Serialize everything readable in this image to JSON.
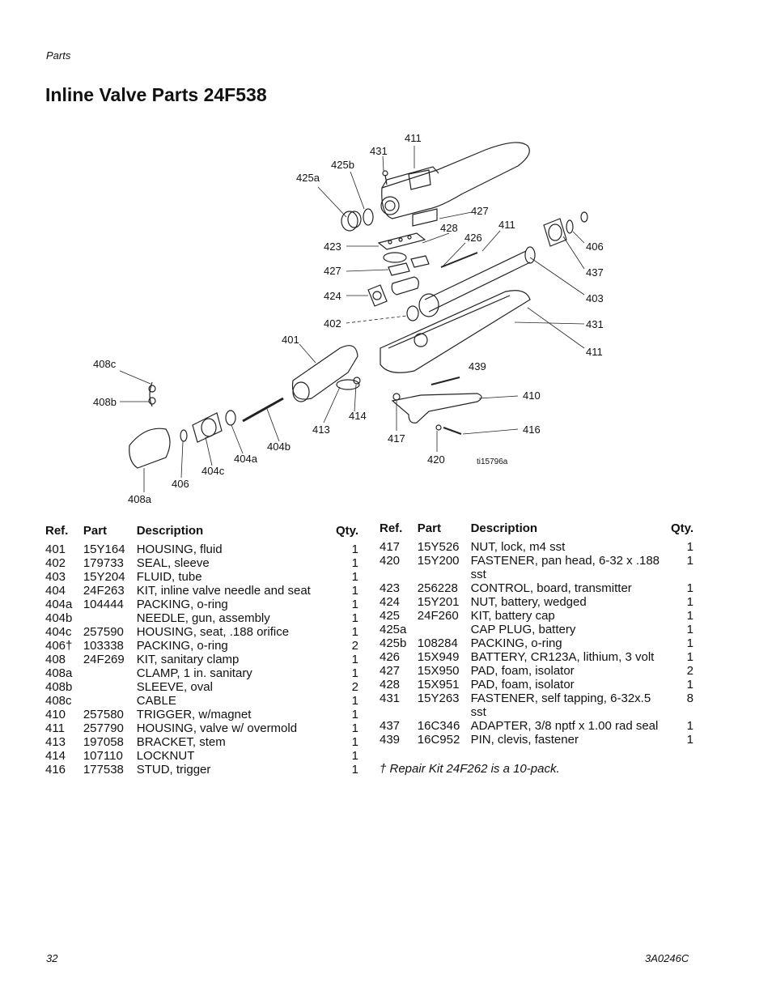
{
  "header": {
    "section": "Parts",
    "title": "Inline Valve Parts 24F538"
  },
  "figure": {
    "id": "ti15796a",
    "callouts": [
      "411",
      "431",
      "425b",
      "425a",
      "427",
      "428",
      "426",
      "411",
      "423",
      "427",
      "424",
      "402",
      "401",
      "406",
      "437",
      "403",
      "431",
      "411",
      "439",
      "410",
      "408c",
      "408b",
      "414",
      "413",
      "404b",
      "404a",
      "404c",
      "406",
      "408a",
      "417",
      "420",
      "416"
    ]
  },
  "columns": {
    "ref": "Ref.",
    "part": "Part",
    "description": "Description",
    "qty": "Qty."
  },
  "left_table": [
    {
      "ref": "401",
      "part": "15Y164",
      "desc": "HOUSING, fluid",
      "qty": "1"
    },
    {
      "ref": "402",
      "part": "179733",
      "desc": "SEAL, sleeve",
      "qty": "1"
    },
    {
      "ref": "403",
      "part": "15Y204",
      "desc": "FLUID, tube",
      "qty": "1"
    },
    {
      "ref": "404",
      "part": "24F263",
      "desc": "KIT, inline valve needle and seat",
      "qty": "1"
    },
    {
      "ref": "404a",
      "part": "104444",
      "desc": "PACKING, o-ring",
      "qty": "1"
    },
    {
      "ref": "404b",
      "part": "",
      "desc": "NEEDLE, gun, assembly",
      "qty": "1"
    },
    {
      "ref": "404c",
      "part": "257590",
      "desc": "HOUSING, seat, .188 orifice",
      "qty": "1"
    },
    {
      "ref": "406†",
      "part": "103338",
      "desc": "PACKING, o-ring",
      "qty": "2"
    },
    {
      "ref": "408",
      "part": "24F269",
      "desc": "KIT, sanitary clamp",
      "qty": "1"
    },
    {
      "ref": "408a",
      "part": "",
      "desc": "CLAMP, 1 in. sanitary",
      "qty": "1"
    },
    {
      "ref": "408b",
      "part": "",
      "desc": "SLEEVE, oval",
      "qty": "2"
    },
    {
      "ref": "408c",
      "part": "",
      "desc": "CABLE",
      "qty": "1"
    },
    {
      "ref": "410",
      "part": "257580",
      "desc": "TRIGGER, w/magnet",
      "qty": "1"
    },
    {
      "ref": "411",
      "part": "257790",
      "desc": "HOUSING, valve w/ overmold",
      "qty": "1"
    },
    {
      "ref": "413",
      "part": "197058",
      "desc": "BRACKET, stem",
      "qty": "1"
    },
    {
      "ref": "414",
      "part": "107110",
      "desc": "LOCKNUT",
      "qty": "1"
    },
    {
      "ref": "416",
      "part": "177538",
      "desc": "STUD, trigger",
      "qty": "1"
    }
  ],
  "right_table": [
    {
      "ref": "417",
      "part": "15Y526",
      "desc": "NUT, lock, m4 sst",
      "qty": "1"
    },
    {
      "ref": "420",
      "part": "15Y200",
      "desc": "FASTENER, pan head, 6-32 x .188",
      "qty": "1"
    },
    {
      "ref": "",
      "part": "",
      "desc": "sst",
      "qty": ""
    },
    {
      "ref": "423",
      "part": "256228",
      "desc": "CONTROL, board, transmitter",
      "qty": "1"
    },
    {
      "ref": "424",
      "part": "15Y201",
      "desc": "NUT, battery, wedged",
      "qty": "1"
    },
    {
      "ref": "425",
      "part": "24F260",
      "desc": "KIT, battery cap",
      "qty": "1"
    },
    {
      "ref": "425a",
      "part": "",
      "desc": "CAP PLUG, battery",
      "qty": "1"
    },
    {
      "ref": "425b",
      "part": "108284",
      "desc": "PACKING, o-ring",
      "qty": "1"
    },
    {
      "ref": "426",
      "part": "15X949",
      "desc": "BATTERY, CR123A, lithium, 3 volt",
      "qty": "1"
    },
    {
      "ref": "427",
      "part": "15X950",
      "desc": "PAD, foam, isolator",
      "qty": "2"
    },
    {
      "ref": "428",
      "part": "15X951",
      "desc": "PAD, foam, isolator",
      "qty": "1"
    },
    {
      "ref": "431",
      "part": "15Y263",
      "desc": "FASTENER, self tapping, 6-32x.5",
      "qty": "8"
    },
    {
      "ref": "",
      "part": "",
      "desc": "sst",
      "qty": ""
    },
    {
      "ref": "437",
      "part": "16C346",
      "desc": "ADAPTER, 3/8 nptf x 1.00 rad seal",
      "qty": "1"
    },
    {
      "ref": "439",
      "part": "16C952",
      "desc": "PIN, clevis, fastener",
      "qty": "1"
    }
  ],
  "footnote": "† Repair Kit 24F262 is a 10-pack.",
  "footer": {
    "page": "32",
    "doc": "3A0246C"
  }
}
